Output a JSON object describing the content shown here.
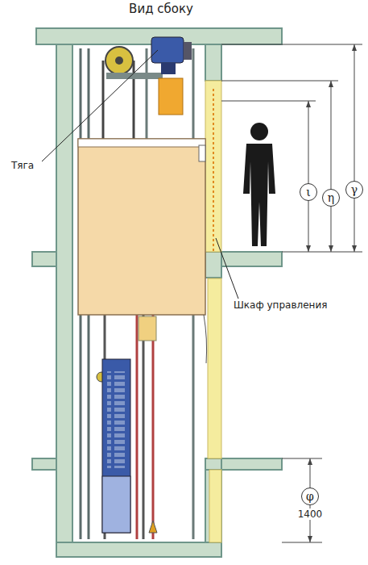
{
  "diagram": {
    "title": "Вид сбоку",
    "nodes": [
      {
        "text": [
          "ι"
        ]
      },
      {
        "text": [
          "η"
        ]
      },
      {
        "text": [
          "γ"
        ]
      },
      {
        "text": [
          "φ"
        ]
      }
    ],
    "labels": [
      "Тяга",
      "Шкаф управления",
      "1400"
    ]
  }
}
